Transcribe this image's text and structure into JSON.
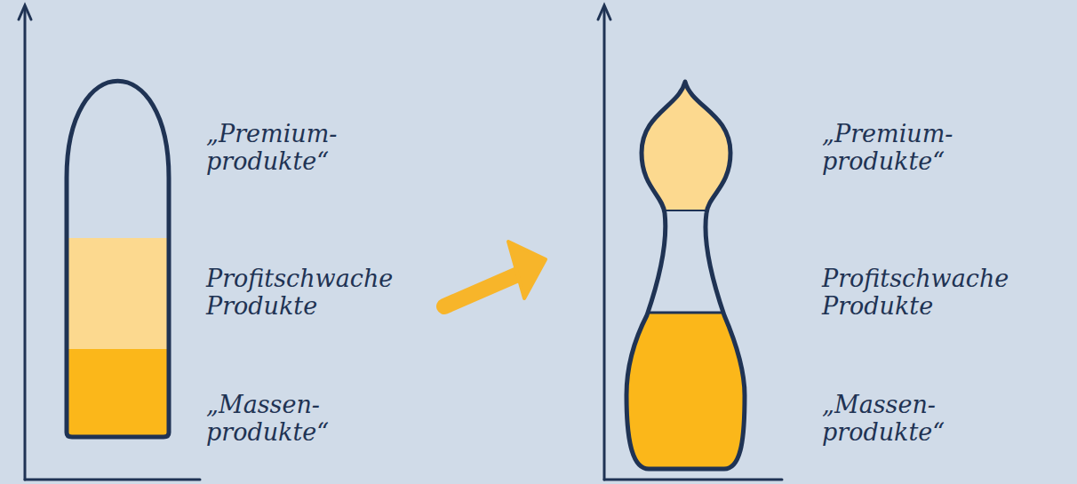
{
  "diagram": {
    "labels": [
      "„Premium- produkte“",
      "Profitschwache Produkte",
      "„Massen- produkte“",
      "„Premium- produkte“",
      "Profitschwache Produkte",
      "„Massen- produkte“"
    ]
  }
}
